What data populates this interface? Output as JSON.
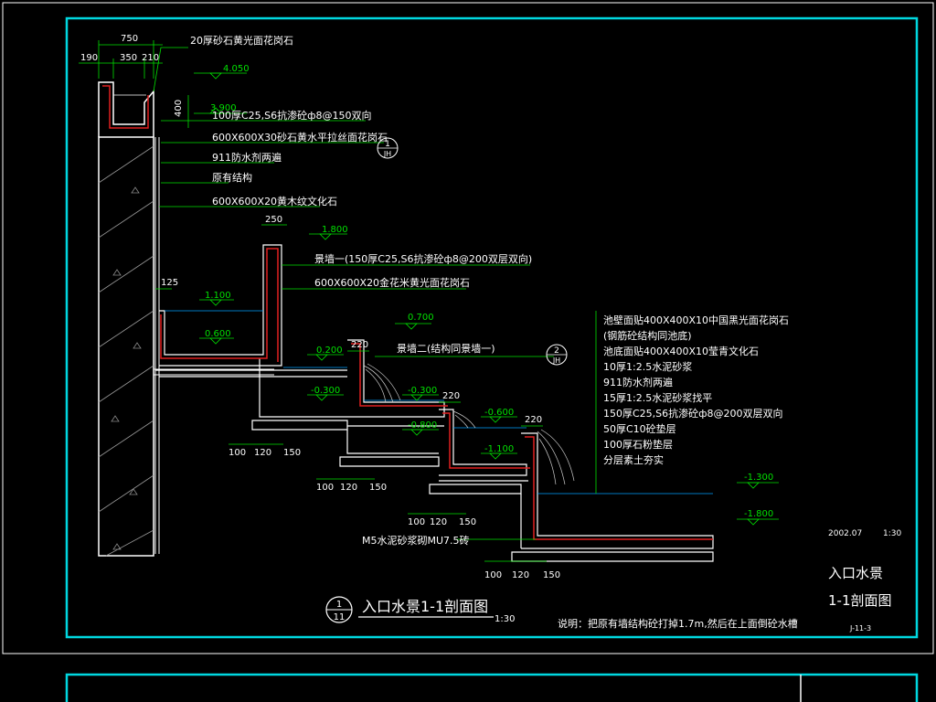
{
  "drawing": {
    "title": "入口水景1-1剖面图",
    "title_scale": "1:30",
    "callout_num": "1",
    "callout_sheet": "11",
    "note": "说明：把原有墙结构砼打掉1.7m,然后在上面倒砼水槽",
    "date": "2002.07",
    "scale": "1:30",
    "block_title_1": "入口水景",
    "block_title_2": "1-1剖面图",
    "sheet_no": "J-11-3"
  },
  "top_labels": [
    "20厚砂石黄光面花岗石",
    "100厚C25,S6抗渗砼ф8@150双向",
    "600X600X30砂石黄水平拉丝面花岗石",
    "911防水剂两遍",
    "原有结构",
    "600X600X20黄木纹文化石"
  ],
  "mid_labels": [
    "景墙一(150厚C25,S6抗渗砼ф8@200双层双向)",
    "600X600X20金花米黄光面花岗石",
    "景墙二(结构同景墙一)",
    "M5水泥砂浆砌MU7.5砖"
  ],
  "right_labels": [
    "池壁面贴400X400X10中国黑光面花岗石",
    "(钢筋砼结构同池底)",
    "池底面贴400X400X10莹青文化石",
    "10厚1:2.5水泥砂浆",
    "911防水剂两遍",
    "15厚1:2.5水泥砂浆找平",
    "150厚C25,S6抗渗砼ф8@200双层双向",
    "50厚C10砼垫层",
    "100厚石粉垫层",
    "分层素土夯实"
  ],
  "dims": {
    "top_750": "750",
    "top_190": "190",
    "top_350": "350",
    "top_210": "210",
    "h_400": "400",
    "w_250": "250",
    "w_125": "125",
    "w_220a": "220",
    "w_220b": "220",
    "w_220c": "220",
    "step": [
      "100",
      "120",
      "150"
    ]
  },
  "elevations": {
    "e4050": "4.050",
    "e3900": "3.900",
    "e1800": "1.800",
    "e1100": "1.100",
    "e0700": "0.700",
    "e0600": "0.600",
    "e0200": "0.200",
    "em0300a": "-0.300",
    "em0300b": "-0.300",
    "em0600": "-0.600",
    "em0800": "-0.800",
    "em1100": "-1.100",
    "em1300": "-1.300",
    "em1800": "-1.800"
  },
  "markers": {
    "m1_top": "1",
    "m1_bot": "JH",
    "m2_top": "2",
    "m2_bot": "JH"
  }
}
